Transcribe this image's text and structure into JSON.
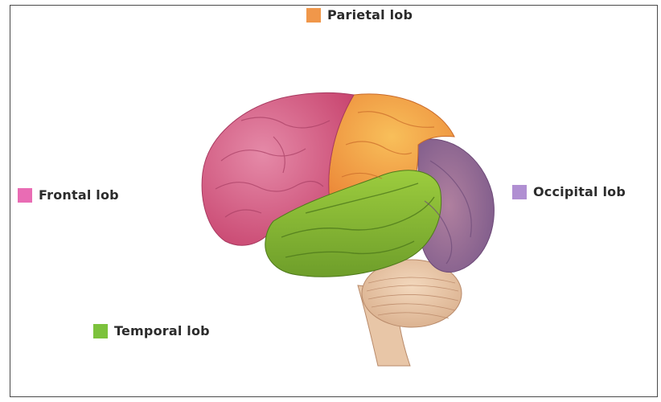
{
  "lobes": {
    "parietal": {
      "label": "Parietal lob",
      "color": "#f0974a"
    },
    "frontal": {
      "label": "Frontal lob",
      "color": "#e96cb4"
    },
    "occipital": {
      "label": "Occipital lob",
      "color": "#b08fd2"
    },
    "temporal": {
      "label": "Temporal lob",
      "color": "#7cc23c"
    }
  }
}
